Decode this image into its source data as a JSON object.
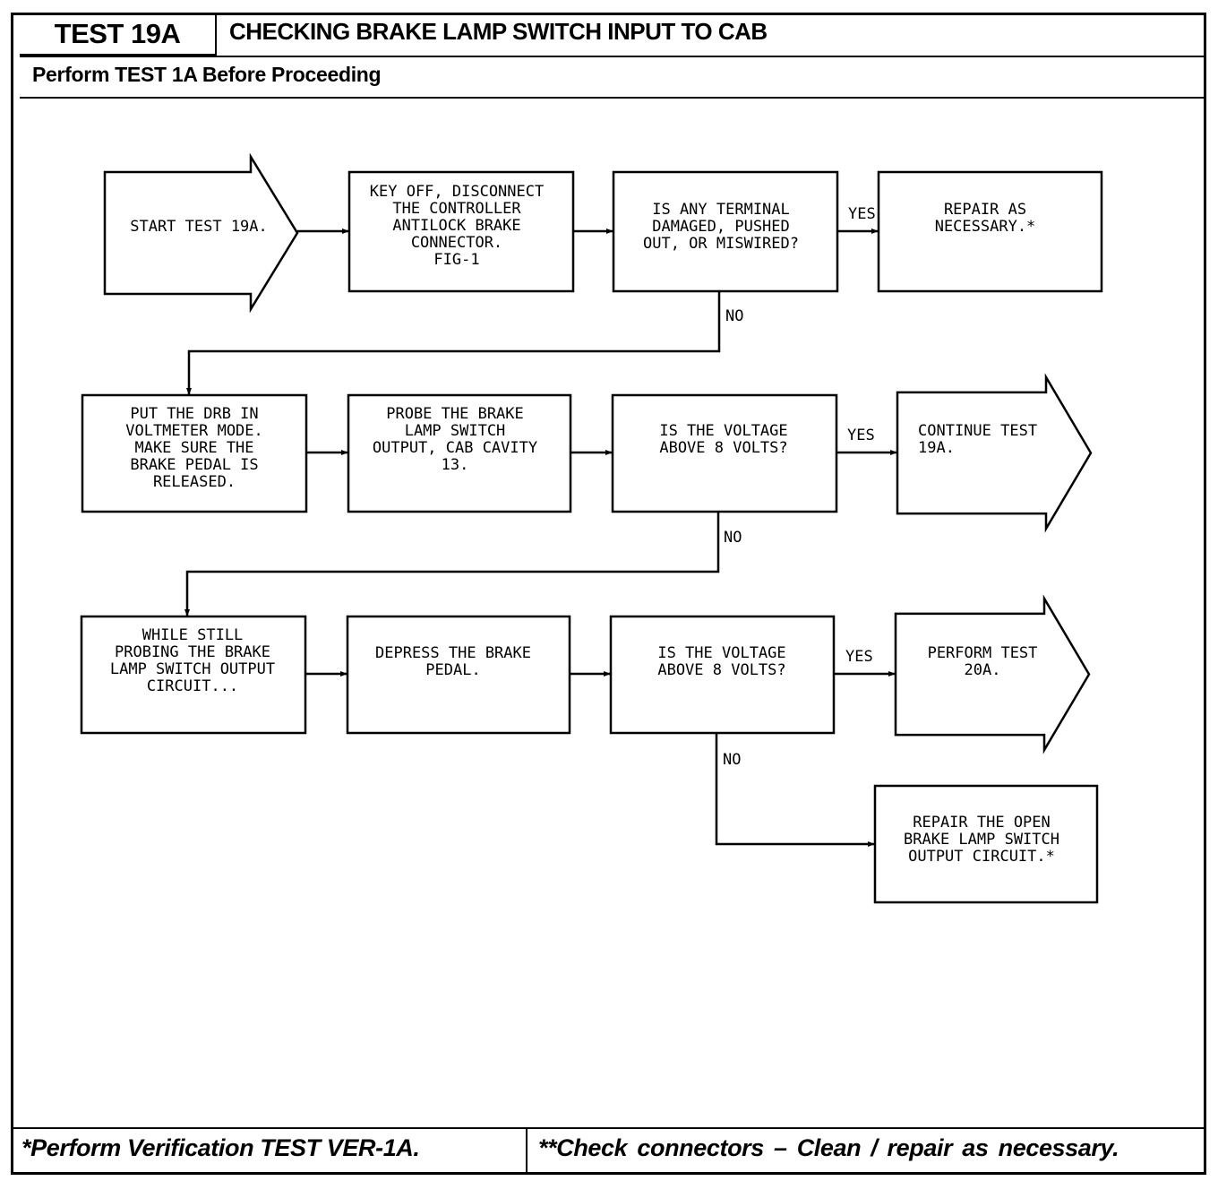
{
  "header": {
    "test_id": "TEST 19A",
    "title": "CHECKING BRAKE LAMP SWITCH INPUT TO CAB",
    "subtitle": "Perform TEST 1A Before Proceeding"
  },
  "footer": {
    "left_note": "*Perform Verification TEST VER-1A.",
    "right_note": "**Check connectors – Clean / repair as necessary."
  },
  "nodes": [
    {
      "id": "start",
      "shape": "arrow",
      "lines": [
        "START TEST 19A."
      ]
    },
    {
      "id": "key_off",
      "shape": "box",
      "lines": [
        "KEY OFF, DISCONNECT",
        "THE CONTROLLER",
        "ANTILOCK BRAKE",
        "CONNECTOR.",
        "FIG-1"
      ]
    },
    {
      "id": "terminal_check",
      "shape": "box",
      "lines": [
        "IS ANY TERMINAL",
        "DAMAGED, PUSHED",
        "OUT, OR MISWIRED?"
      ]
    },
    {
      "id": "repair1",
      "shape": "box",
      "lines": [
        "REPAIR AS",
        "NECESSARY.*"
      ]
    },
    {
      "id": "drb_mode",
      "shape": "box",
      "lines": [
        "PUT THE DRB IN",
        "VOLTMETER MODE.",
        "MAKE SURE THE",
        "BRAKE PEDAL IS",
        "RELEASED."
      ]
    },
    {
      "id": "probe",
      "shape": "box",
      "lines": [
        "PROBE THE BRAKE",
        "LAMP SWITCH",
        "OUTPUT, CAB CAVITY",
        "13."
      ]
    },
    {
      "id": "voltage1",
      "shape": "box",
      "lines": [
        "IS THE VOLTAGE",
        "ABOVE 8 VOLTS?"
      ]
    },
    {
      "id": "continue",
      "shape": "arrow",
      "lines": [
        "CONTINUE TEST",
        "19A."
      ]
    },
    {
      "id": "while_probing",
      "shape": "box",
      "lines": [
        "WHILE STILL",
        "PROBING THE BRAKE",
        "LAMP SWITCH OUTPUT",
        "CIRCUIT..."
      ]
    },
    {
      "id": "depress",
      "shape": "box",
      "lines": [
        "DEPRESS THE BRAKE",
        "PEDAL."
      ]
    },
    {
      "id": "voltage2",
      "shape": "box",
      "lines": [
        "IS THE VOLTAGE",
        "ABOVE 8 VOLTS?"
      ]
    },
    {
      "id": "perform20a",
      "shape": "arrow",
      "lines": [
        "PERFORM TEST",
        "20A."
      ]
    },
    {
      "id": "repair_open",
      "shape": "box",
      "lines": [
        "REPAIR THE OPEN",
        "BRAKE LAMP SWITCH",
        "OUTPUT CIRCUIT.*"
      ]
    }
  ],
  "edges": [
    {
      "from": "start",
      "to": "key_off",
      "label": ""
    },
    {
      "from": "key_off",
      "to": "terminal_check",
      "label": ""
    },
    {
      "from": "terminal_check",
      "to": "repair1",
      "label": "YES"
    },
    {
      "from": "terminal_check",
      "to": "drb_mode",
      "label": "NO"
    },
    {
      "from": "drb_mode",
      "to": "probe",
      "label": ""
    },
    {
      "from": "probe",
      "to": "voltage1",
      "label": ""
    },
    {
      "from": "voltage1",
      "to": "continue",
      "label": "YES"
    },
    {
      "from": "voltage1",
      "to": "while_probing",
      "label": "NO"
    },
    {
      "from": "while_probing",
      "to": "depress",
      "label": ""
    },
    {
      "from": "depress",
      "to": "voltage2",
      "label": ""
    },
    {
      "from": "voltage2",
      "to": "perform20a",
      "label": "YES"
    },
    {
      "from": "voltage2",
      "to": "repair_open",
      "label": "NO"
    }
  ]
}
